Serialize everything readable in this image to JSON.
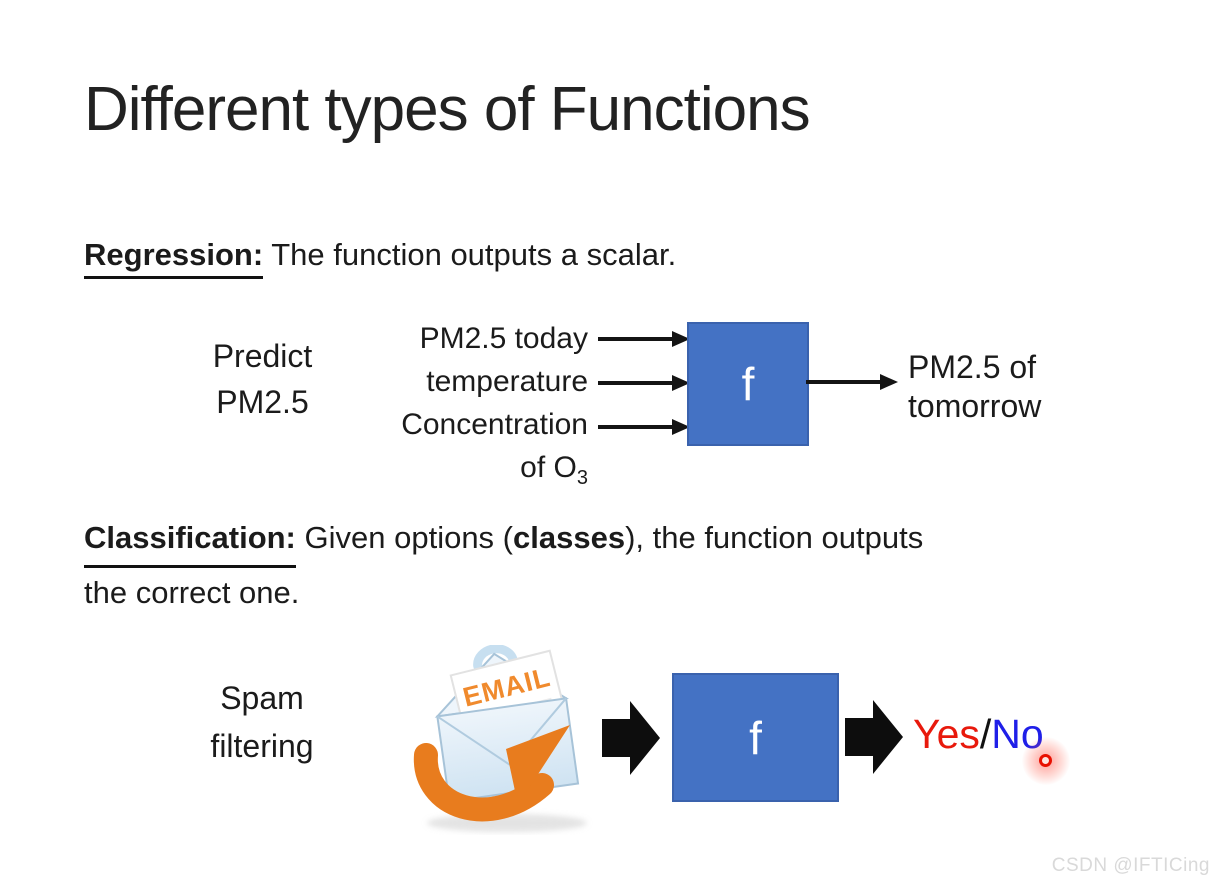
{
  "slide": {
    "title": "Different types of Functions",
    "watermark": "CSDN @IFTICing"
  },
  "regression": {
    "term": "Regression:",
    "definition": " The function outputs a scalar.",
    "example": {
      "label_line1": "Predict",
      "label_line2": "PM2.5"
    },
    "inputs": {
      "line1": "PM2.5 today",
      "line2": "temperature",
      "line3": "Concentration",
      "line4_main": "of O",
      "line4_sub": "3"
    },
    "function_symbol": "f",
    "output": {
      "line1": "PM2.5 of",
      "line2": "tomorrow"
    }
  },
  "classification": {
    "term": "Classification:",
    "def_part1": " Given options (",
    "def_bold": "classes",
    "def_part2": "), the function outputs",
    "def_line2": "the correct one.",
    "example": {
      "label_line1": "Spam",
      "label_line2": "filtering"
    },
    "email_icon_label": "EMAIL",
    "function_symbol": "f",
    "output": {
      "yes": "Yes",
      "slash": "/",
      "no": "No"
    }
  },
  "colors": {
    "function_box": "#4472C4",
    "function_box_border": "#3A62AD",
    "yes_red": "#E8190C",
    "no_blue": "#1F1FE8",
    "email_arrow_orange": "#E87C1E",
    "laser_pointer_red": "#E81000",
    "watermark_gray": "#D9D9D9",
    "text": "#1B1B1B"
  }
}
